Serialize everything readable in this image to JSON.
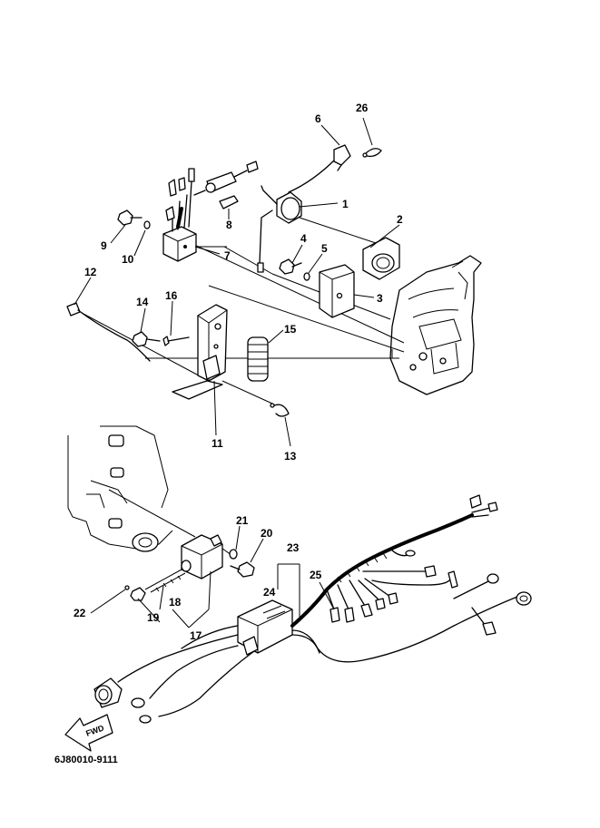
{
  "callouts": {
    "c1": "1",
    "c2": "2",
    "c3": "3",
    "c4": "4",
    "c5": "5",
    "c6": "6",
    "c7": "7",
    "c8": "8",
    "c9": "9",
    "c10": "10",
    "c11": "11",
    "c12": "12",
    "c13": "13",
    "c14": "14",
    "c15": "15",
    "c16": "16",
    "c17": "17",
    "c18": "18",
    "c19": "19",
    "c20": "20",
    "c21": "21",
    "c22": "22",
    "c23": "23",
    "c24": "24",
    "c25": "25",
    "c26": "26"
  },
  "fwd_label": "FWD",
  "diagram_code": "6J80010-9111"
}
